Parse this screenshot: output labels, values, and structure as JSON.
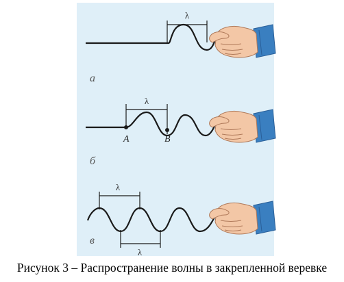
{
  "figure": {
    "panels": [
      {
        "label": "а",
        "wavelength_label": "λ",
        "points": []
      },
      {
        "label": "б",
        "wavelength_label": "λ",
        "points": [
          "A",
          "B"
        ]
      },
      {
        "label": "в",
        "wavelength_label_top": "λ",
        "wavelength_label_bottom": "λ",
        "points": []
      }
    ]
  },
  "caption": "Рисунок 3 – Распространение волны в закрепленной веревке",
  "colors": {
    "panel_background": "#dfeff8",
    "rope": "#1a1a1a",
    "skin": "#f3c7a6",
    "skin_shadow": "#d99b78",
    "sleeve": "#3a7fc0",
    "sleeve_dark": "#2a5f98",
    "label_gray": "#555555"
  }
}
